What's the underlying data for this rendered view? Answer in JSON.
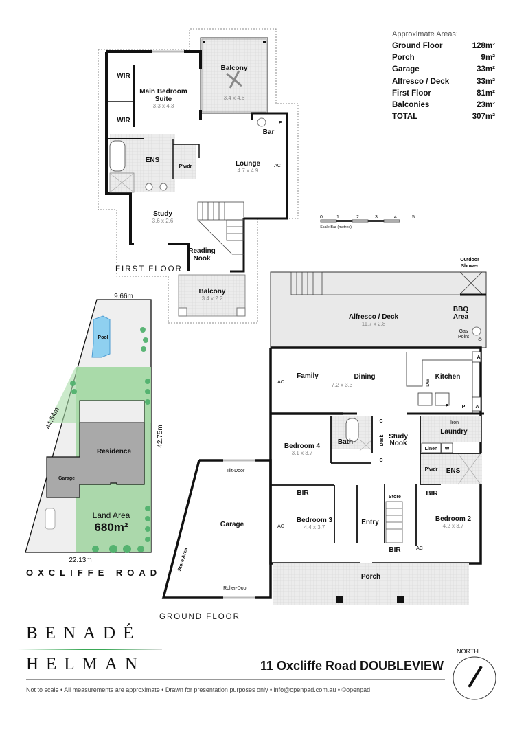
{
  "areas": {
    "title": "Approximate Areas:",
    "rows": [
      {
        "label": "Ground Floor",
        "value": "128m²"
      },
      {
        "label": "Porch",
        "value": "9m²"
      },
      {
        "label": "Garage",
        "value": "33m²"
      },
      {
        "label": "Alfresco / Deck",
        "value": "33m²"
      },
      {
        "label": "First Floor",
        "value": "81m²"
      },
      {
        "label": "Balconies",
        "value": "23m²"
      },
      {
        "label": "TOTAL",
        "value": "307m²"
      }
    ]
  },
  "scale_bar": {
    "ticks": [
      "0",
      "1",
      "2",
      "3",
      "4",
      "5"
    ],
    "label": "Scale Bar (metres)"
  },
  "first_floor": {
    "title": "FIRST FLOOR",
    "rooms": {
      "wir1": "WIR",
      "wir2": "WIR",
      "main_bed": "Main Bedroom",
      "main_bed2": "Suite",
      "main_bed_dim": "3.3 x 4.3",
      "balcony_top": "Balcony",
      "balcony_top_dim": "3.4 x 4.6",
      "bar": "Bar",
      "bar_f": "F",
      "ens": "ENS",
      "pwdr": "P'wdr",
      "lounge": "Lounge",
      "lounge_dim": "4.7 x 4.9",
      "lounge_ac": "AC",
      "study": "Study",
      "study_dim": "3.6 x 2.6",
      "reading": "Reading",
      "reading2": "Nook",
      "balcony_bottom": "Balcony",
      "balcony_bottom_dim": "3.4 x 2.2"
    }
  },
  "site_plan": {
    "top_dim": "9.66m",
    "left_dim": "44.54m",
    "right_dim": "42.75m",
    "bottom_dim": "22.13m",
    "pool": "Pool",
    "residence": "Residence",
    "garage": "Garage",
    "land_area_label": "Land Area",
    "land_area_value": "680m²",
    "road": "OXCLIFFE ROAD"
  },
  "ground_floor": {
    "title": "GROUND FLOOR",
    "rooms": {
      "outdoor_shower": "Outdoor",
      "outdoor_shower2": "Shower",
      "alfresco": "Alfresco / Deck",
      "alfresco_dim": "11.7 x 2.8",
      "bbq": "BBQ",
      "bbq2": "Area",
      "gas": "Gas",
      "gas2": "Point",
      "family": "Family",
      "dining": "Dining",
      "family_dim": "7.2 x 3.3",
      "family_ac": "AC",
      "kitchen": "Kitchen",
      "dw": "DW",
      "k_a1": "A",
      "k_f": "F",
      "k_p": "P",
      "k_a2": "A",
      "bedroom4": "Bedroom 4",
      "bedroom4_dim": "3.1 x 3.7",
      "bath": "Bath",
      "desk": "Desk",
      "c1": "C",
      "c2": "C",
      "study_nook": "Study",
      "study_nook2": "Nook",
      "iron": "Iron",
      "laundry": "Laundry",
      "linen": "Linen",
      "w": "W",
      "pwdr": "P'wdr",
      "ens": "ENS",
      "bir1": "BIR",
      "bir2": "BIR",
      "bir3": "BIR",
      "store": "Store",
      "entry": "Entry",
      "bedroom3": "Bedroom 3",
      "bedroom3_dim": "4.4 x 3.7",
      "bedroom3_ac": "AC",
      "bedroom2": "Bedroom 2",
      "bedroom2_dim": "4.2 x 3.7",
      "bedroom2_ac": "AC",
      "garage": "Garage",
      "tilt": "Tilt-Door",
      "roller": "Roller-Door",
      "store_area": "Store Area",
      "porch": "Porch"
    }
  },
  "branding": {
    "line1": "BENADÉ",
    "line2": "HELMAN",
    "address": "11 Oxcliffe Road DOUBLEVIEW",
    "north": "NORTH",
    "footer": "Not to scale  •  All measurements are approximate  •  Drawn for presentation purposes only  •  info@openpad.com.au  •  ©openpad"
  },
  "colors": {
    "wall": "#111111",
    "tile": "#e6e6e6",
    "lawn": "#a8d8a8",
    "pool": "#8fd0f0",
    "residence": "#a9a9a9",
    "accent": "#3aa856"
  }
}
